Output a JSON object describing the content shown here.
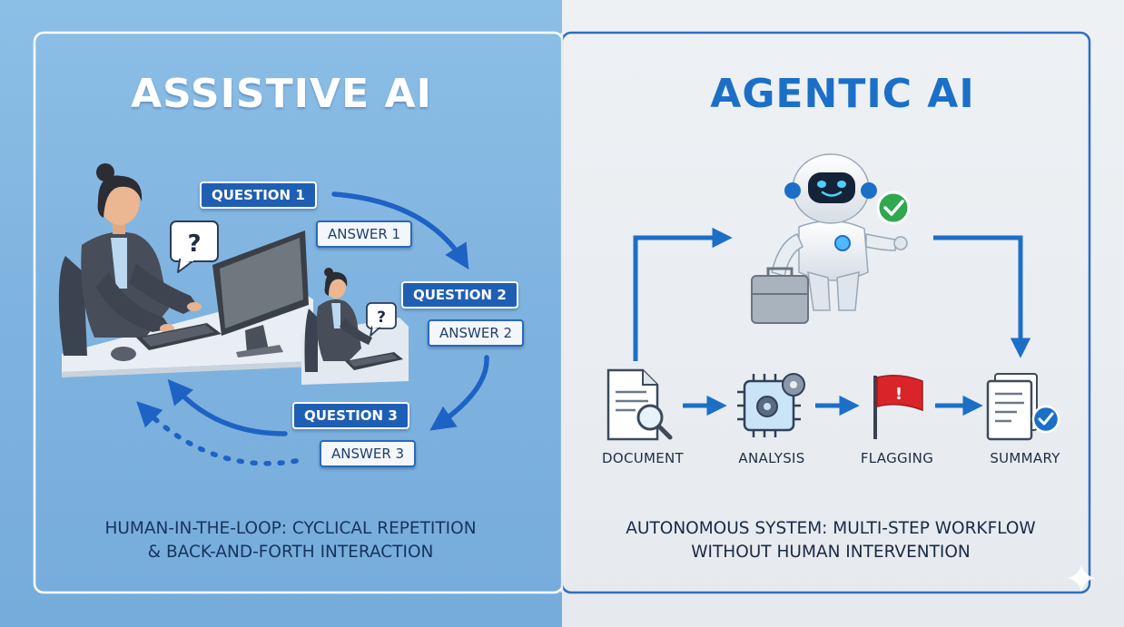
{
  "assistive": {
    "title": "ASSISTIVE AI",
    "qa": [
      {
        "question": "QUESTION 1",
        "answer": "ANSWER 1"
      },
      {
        "question": "QUESTION 2",
        "answer": "ANSWER 2"
      },
      {
        "question": "QUESTION 3",
        "answer": "ANSWER 3"
      }
    ],
    "bubble_symbol": "?",
    "caption_line1": "HUMAN-IN-THE-LOOP: CYCLICAL REPETITION",
    "caption_line2": "& BACK-AND-FORTH INTERACTION"
  },
  "agentic": {
    "title": "AGENTIC AI",
    "steps": [
      {
        "label": "DOCUMENT",
        "icon": "document-search-icon"
      },
      {
        "label": "ANALYSIS",
        "icon": "cpu-gears-icon"
      },
      {
        "label": "FLAGGING",
        "icon": "red-flag-icon"
      },
      {
        "label": "SUMMARY",
        "icon": "summary-check-icon"
      }
    ],
    "caption_line1": "AUTONOMOUS SYSTEM: MULTI-STEP WORKFLOW",
    "caption_line2": "WITHOUT HUMAN INTERVENTION"
  },
  "colors": {
    "left_panel": "#7fb3df",
    "right_panel": "#e9edf2",
    "accent_blue": "#1b6fc7",
    "question_fill": "#1f5fb3",
    "flag_red": "#d9252a",
    "check_green": "#2fa84f"
  }
}
